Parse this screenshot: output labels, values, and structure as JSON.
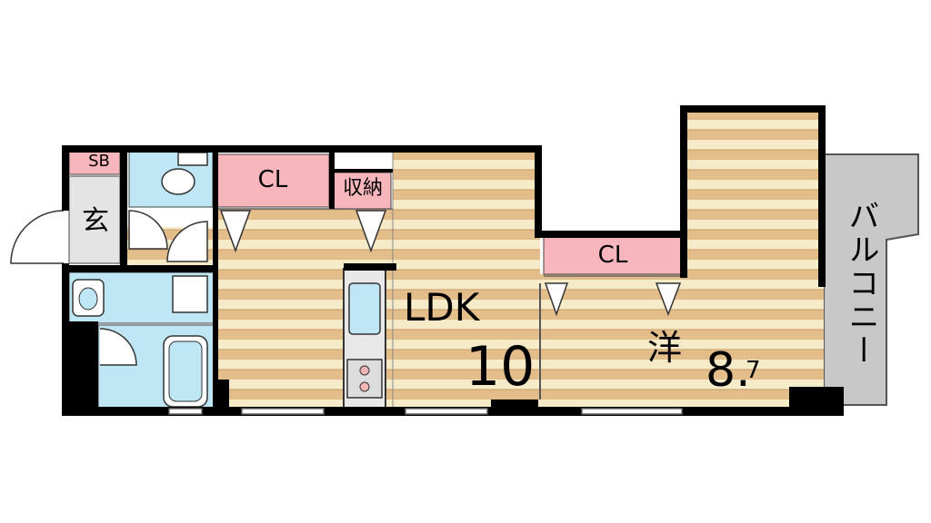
{
  "floor_plan": {
    "rooms": {
      "shoe_box": {
        "label": "SB"
      },
      "entrance": {
        "label": "玄"
      },
      "closet_ldk": {
        "label": "CL"
      },
      "storage": {
        "label": "収納"
      },
      "closet_western": {
        "label": "CL"
      },
      "ldk": {
        "label": "LDK",
        "size": "10"
      },
      "western_room": {
        "label": "洋",
        "size_whole": "8.",
        "size_decimal": "7"
      },
      "balcony": {
        "label": "バルコニー"
      }
    },
    "colors": {
      "wall": "#000000",
      "floor_light": "#f5ebc9",
      "floor_dark": "#e3bd8a",
      "closet": "#f7b6bc",
      "wet_area": "#bfe6f5",
      "balcony": "#c8c8c8"
    }
  }
}
